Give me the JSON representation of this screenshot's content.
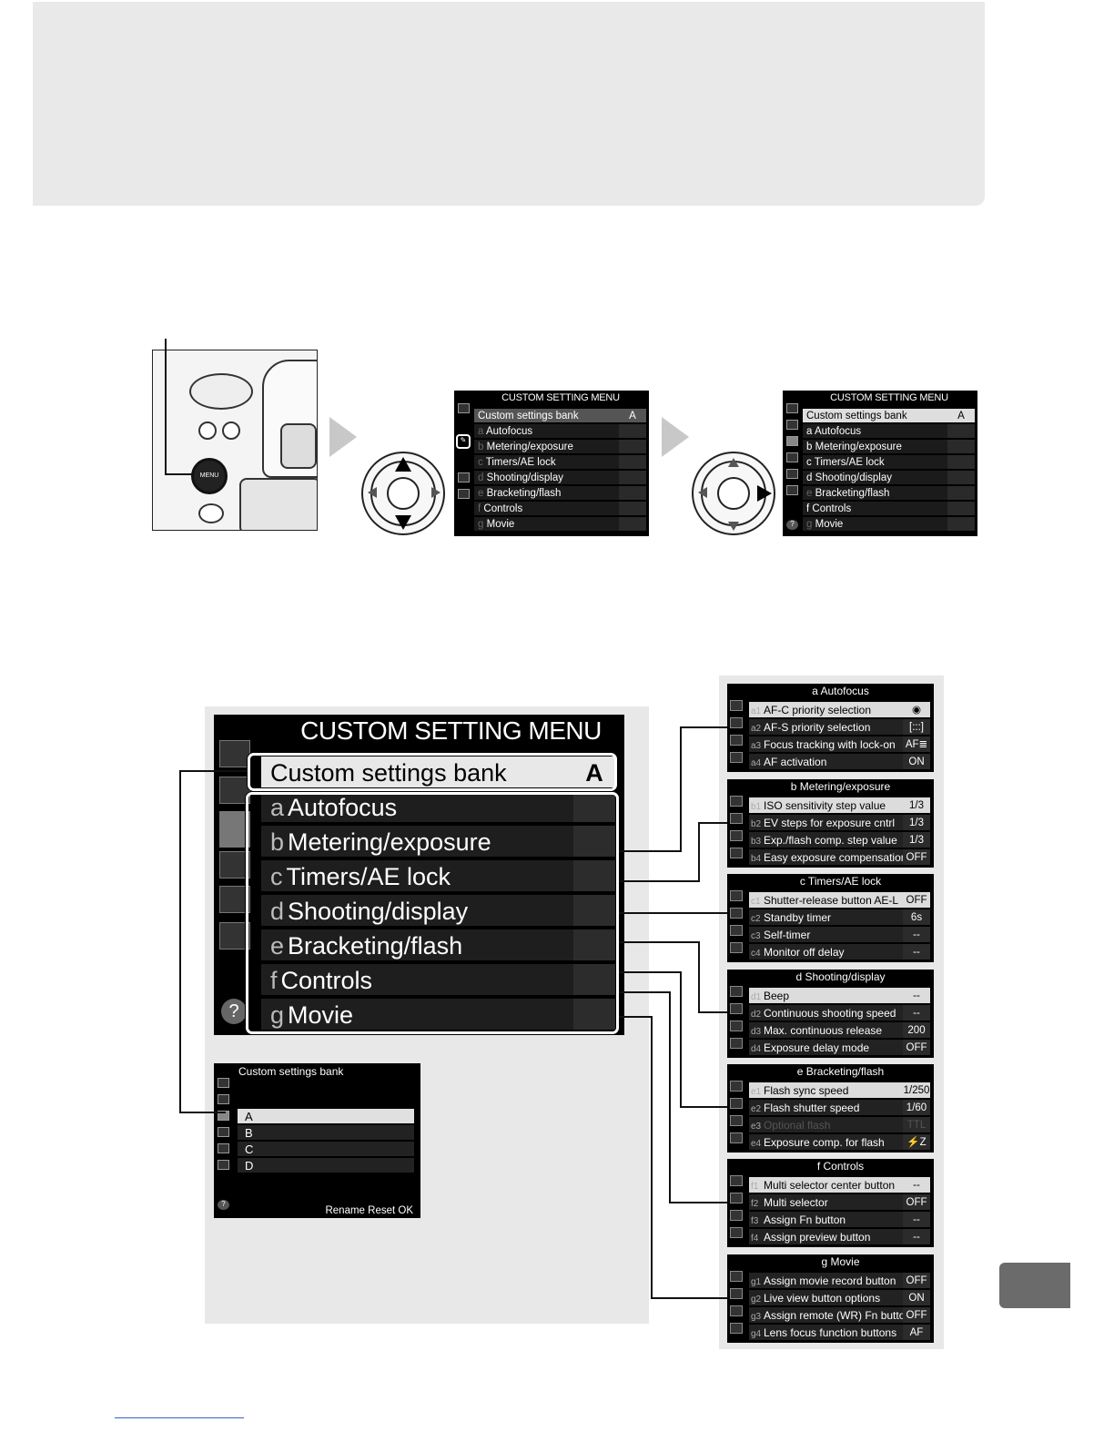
{
  "small_menu_left": {
    "title": "CUSTOM SETTING MENU",
    "items": [
      {
        "letter": "",
        "label": "Custom settings bank",
        "value": "A"
      },
      {
        "letter": "a",
        "label": "Autofocus"
      },
      {
        "letter": "b",
        "label": "Metering/exposure"
      },
      {
        "letter": "c",
        "label": "Timers/AE lock"
      },
      {
        "letter": "d",
        "label": "Shooting/display"
      },
      {
        "letter": "e",
        "label": "Bracketing/flash"
      },
      {
        "letter": "f",
        "label": "Controls"
      },
      {
        "letter": "g",
        "label": "Movie"
      }
    ]
  },
  "small_menu_right": {
    "title": "CUSTOM SETTING MENU",
    "help_icon": "?"
  },
  "camera": {
    "menu_button_label": "MENU"
  },
  "big_menu": {
    "title": "CUSTOM SETTING MENU",
    "bank_label": "Custom settings bank",
    "bank_value": "A",
    "rows": [
      {
        "letter": "a",
        "label": "Autofocus"
      },
      {
        "letter": "b",
        "label": "Metering/exposure"
      },
      {
        "letter": "c",
        "label": "Timers/AE lock"
      },
      {
        "letter": "d",
        "label": "Shooting/display"
      },
      {
        "letter": "e",
        "label": "Bracketing/flash"
      },
      {
        "letter": "f",
        "label": "Controls"
      },
      {
        "letter": "g",
        "label": "Movie"
      }
    ],
    "help_icon": "?"
  },
  "bank_dialog": {
    "title": "Custom settings bank",
    "options": [
      "A",
      "B",
      "C",
      "D"
    ],
    "footer": "Rename  Reset  OK"
  },
  "panels": [
    {
      "title": "a Autofocus",
      "rows": [
        {
          "code": "a1",
          "label": "AF-C priority selection",
          "value": "◉",
          "sel": true
        },
        {
          "code": "a2",
          "label": "AF-S priority selection",
          "value": "[:::]"
        },
        {
          "code": "a3",
          "label": "Focus tracking with lock-on",
          "value": "AF≣"
        },
        {
          "code": "a4",
          "label": "AF activation",
          "value": "ON"
        }
      ]
    },
    {
      "title": "b Metering/exposure",
      "rows": [
        {
          "code": "b1",
          "label": "ISO sensitivity step value",
          "value": "1/3",
          "sel": true
        },
        {
          "code": "b2",
          "label": "EV steps for exposure cntrl",
          "value": "1/3"
        },
        {
          "code": "b3",
          "label": "Exp./flash comp. step value",
          "value": "1/3"
        },
        {
          "code": "b4",
          "label": "Easy exposure compensation",
          "value": "OFF"
        }
      ]
    },
    {
      "title": "c Timers/AE lock",
      "rows": [
        {
          "code": "c1",
          "label": "Shutter-release button AE-L",
          "value": "OFF",
          "sel": true
        },
        {
          "code": "c2",
          "label": "Standby timer",
          "value": "6s"
        },
        {
          "code": "c3",
          "label": "Self-timer",
          "value": "--"
        },
        {
          "code": "c4",
          "label": "Monitor off delay",
          "value": "--"
        }
      ]
    },
    {
      "title": "d Shooting/display",
      "rows": [
        {
          "code": "d1",
          "label": "Beep",
          "value": "--",
          "sel": true
        },
        {
          "code": "d2",
          "label": "Continuous shooting speed",
          "value": "--"
        },
        {
          "code": "d3",
          "label": "Max. continuous release",
          "value": "200"
        },
        {
          "code": "d4",
          "label": "Exposure delay mode",
          "value": "OFF"
        }
      ]
    },
    {
      "title": "e Bracketing/flash",
      "rows": [
        {
          "code": "e1",
          "label": "Flash sync speed",
          "value": "1/250",
          "sel": true
        },
        {
          "code": "e2",
          "label": "Flash shutter speed",
          "value": "1/60"
        },
        {
          "code": "e3",
          "label": "Optional flash",
          "value": "TTL",
          "dim": true
        },
        {
          "code": "e4",
          "label": "Exposure comp. for flash",
          "value": "⚡Z"
        }
      ]
    },
    {
      "title": "f Controls",
      "rows": [
        {
          "code": "f1",
          "label": "Multi selector center button",
          "value": "--",
          "sel": true
        },
        {
          "code": "f2",
          "label": "Multi selector",
          "value": "OFF"
        },
        {
          "code": "f3",
          "label": "Assign Fn button",
          "value": "--"
        },
        {
          "code": "f4",
          "label": "Assign preview button",
          "value": "--"
        }
      ]
    },
    {
      "title": "g Movie",
      "rows": [
        {
          "code": "g1",
          "label": "Assign movie record button",
          "value": "OFF"
        },
        {
          "code": "g2",
          "label": "Live view button options",
          "value": "ON"
        },
        {
          "code": "g3",
          "label": "Assign remote (WR) Fn button",
          "value": "OFF"
        },
        {
          "code": "g4",
          "label": "Lens focus function buttons",
          "value": "AF"
        }
      ]
    }
  ]
}
